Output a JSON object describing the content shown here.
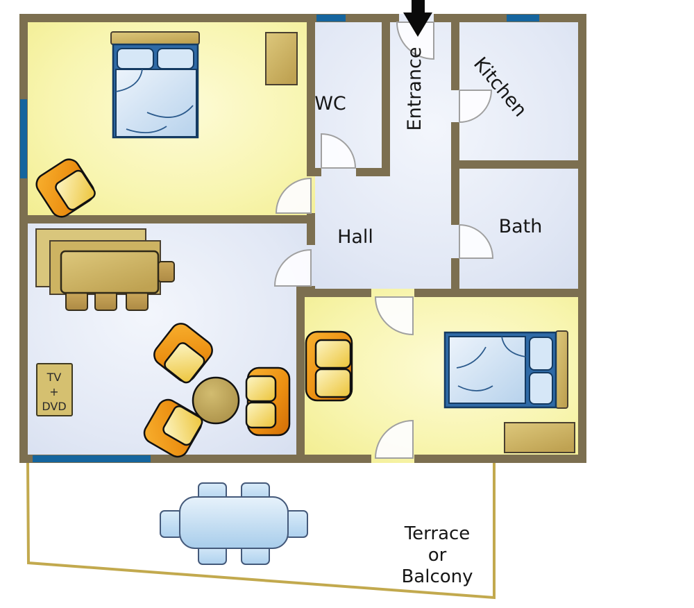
{
  "title": "Apartment floor plan",
  "rooms": {
    "bedroom_top": {
      "name": "bedroom-1"
    },
    "bedroom_bottom": {
      "name": "bedroom-2"
    },
    "living_room": {
      "name": "living-room"
    },
    "wc_label": "WC",
    "entrance_label": "Entrance",
    "kitchen_label": "Kitchen",
    "hall_label": "Hall",
    "bath_label": "Bath",
    "terrace_label_lines": [
      "Terrace",
      "or",
      "Balcony"
    ]
  },
  "furniture": {
    "tv_cabinet_lines": [
      "TV",
      "+",
      "DVD"
    ],
    "items": [
      "double-bed",
      "single-bed",
      "wardrobe",
      "dresser",
      "dining-table",
      "dining-chairs",
      "sideboard",
      "armchair",
      "sofa",
      "round-table",
      "tv-dvd-cabinet",
      "terrace-table",
      "terrace-chairs"
    ]
  },
  "icons": {
    "entrance_arrow": "down-arrow"
  },
  "colors": {
    "wall_brown": "#7c6f50",
    "window_blue": "#15659e",
    "room_yellow_edge": "#f2ee8e",
    "room_yellow_center": "#fcfad2",
    "room_blue_edge": "#d7dff0",
    "room_blue_center": "#f4f7fc",
    "furniture_tan": "#c9ae5e",
    "furniture_orange": "#e8880e",
    "cushion_yellow": "#f0cc42",
    "bed_frame_blue": "#2f6aa6",
    "bedding_blue": "#cfe0f2",
    "terrace_outline_gold": "#c2a94e",
    "terrace_furniture_blue": "#b9d8f0",
    "door_arc_gray": "#a0a0a0",
    "arrow_black": "#0a0a0a"
  }
}
